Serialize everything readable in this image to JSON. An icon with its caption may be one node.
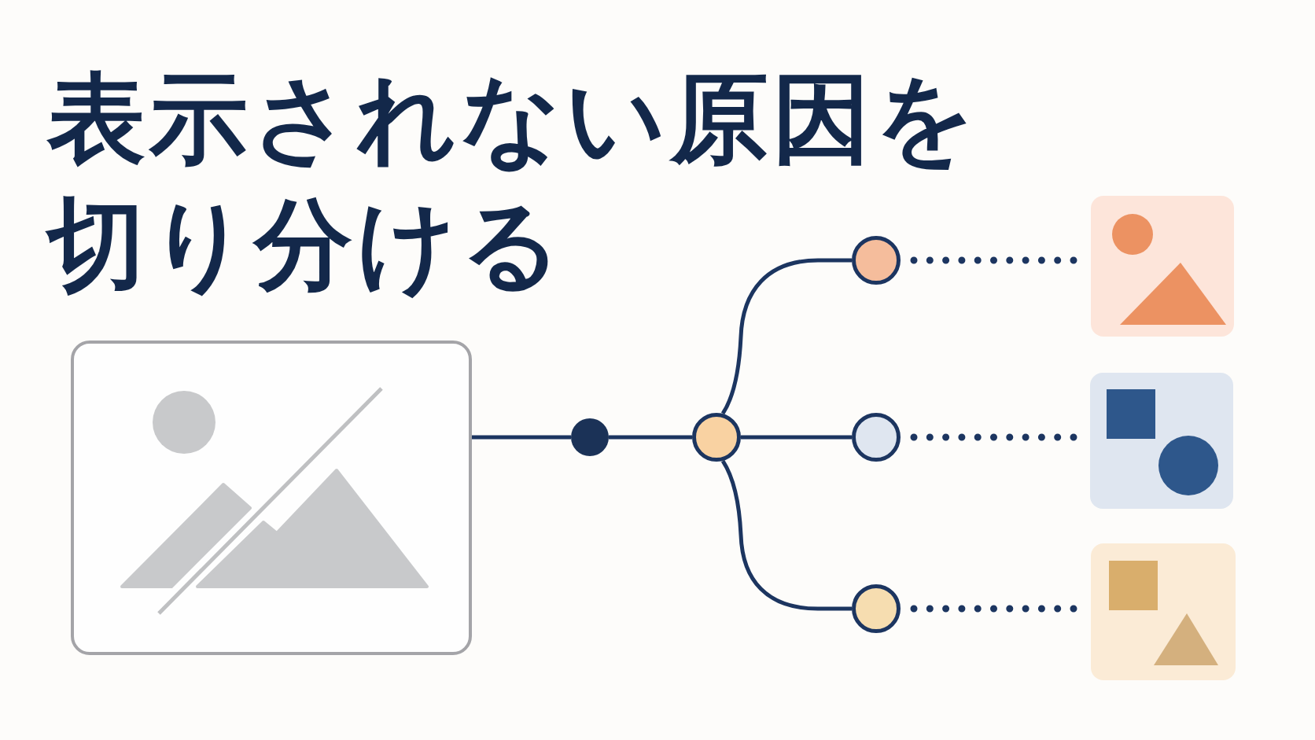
{
  "diagram": {
    "title": "表示されない原因を切り分ける",
    "nodes": [
      {
        "text": [],
        "shape": "picture"
      },
      {
        "text": [],
        "shape": "circle"
      },
      {
        "text": [],
        "shape": "circle"
      },
      {
        "text": [],
        "shape": "circle"
      },
      {
        "text": [],
        "shape": "circle"
      },
      {
        "text": [],
        "shape": "circle"
      },
      {
        "text": [],
        "shape": "picture"
      },
      {
        "text": [],
        "shape": "picture"
      },
      {
        "text": [],
        "shape": "picture"
      }
    ],
    "edges": [
      {
        "from": 0,
        "to": 1,
        "arrow": "none"
      },
      {
        "from": 1,
        "to": 2,
        "arrow": "none"
      },
      {
        "from": 2,
        "to": 3,
        "arrow": "none"
      },
      {
        "from": 2,
        "to": 4,
        "arrow": "none"
      },
      {
        "from": 2,
        "to": 5,
        "arrow": "none"
      },
      {
        "from": 3,
        "to": 6,
        "arrow": "none",
        "style": "dashed"
      },
      {
        "from": 4,
        "to": 7,
        "arrow": "none",
        "style": "dashed"
      },
      {
        "from": 5,
        "to": 8,
        "arrow": "none",
        "style": "dashed"
      }
    ]
  }
}
